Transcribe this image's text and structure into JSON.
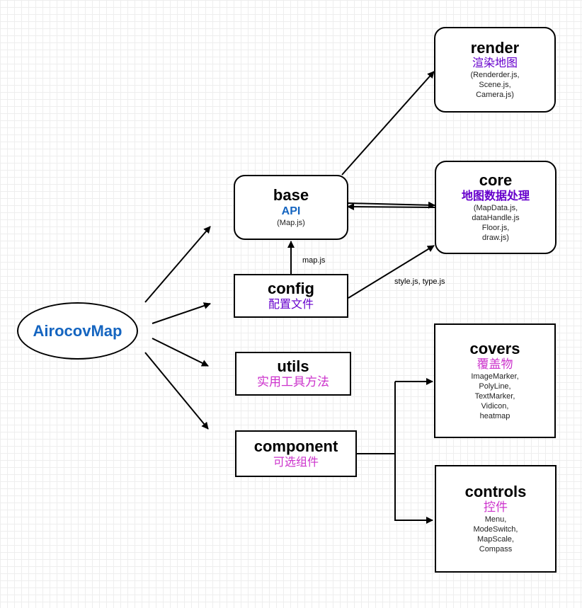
{
  "colors": {
    "blue": "#1565C0",
    "purple": "#6600CC",
    "pink": "#CC33CC"
  },
  "root": {
    "label": "AirocovMap"
  },
  "nodes": {
    "base": {
      "title": "base",
      "subtitle": "API",
      "files": "(Map.js)"
    },
    "config": {
      "title": "config",
      "subtitle": "配置文件"
    },
    "utils": {
      "title": "utils",
      "subtitle": "实用工具方法"
    },
    "component": {
      "title": "component",
      "subtitle": "可选组件"
    },
    "render": {
      "title": "render",
      "subtitle": "渲染地图",
      "files": "(Renderder.js,\nScene.js,\nCamera.js)"
    },
    "core": {
      "title": "core",
      "subtitle": "地图数据处理",
      "files": "(MapData.js,\ndataHandle.js\nFloor.js,\ndraw.js)"
    },
    "covers": {
      "title": "covers",
      "subtitle": "覆盖物",
      "files": "ImageMarker,\nPolyLine,\nTextMarker,\nVidicon,\nheatmap"
    },
    "controls": {
      "title": "controls",
      "subtitle": "控件",
      "files": "Menu,\nModeSwitch,\nMapScale,\nCompass"
    }
  },
  "edge_labels": {
    "config_to_base": "map.js",
    "config_to_core": "style.js, type.js"
  }
}
